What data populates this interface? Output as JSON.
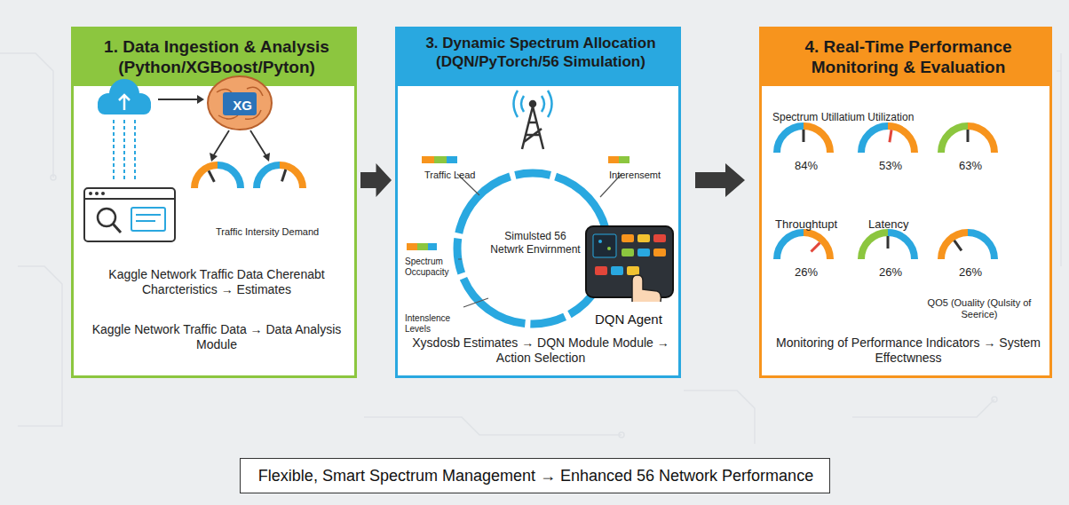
{
  "diagram": {
    "nodes": [
      {
        "text": [
          "1. Data Ingestion & Analysis (Python/XGBoost/Pyton)",
          "XG",
          "Traffic Intersity Demand",
          "Kaggle Network Traffic Data Cherenabt Charcteristics → Estimates",
          "Kaggle Network Traffic Data → Data Analysis Module"
        ]
      },
      {
        "text": [
          "3. Dynamic Spectrum Allocation (DQN/PyTorch/56 Simulation)",
          "Traffic Lead",
          "Interensemt",
          "Simulsted 56 Netwrk Envirnment",
          "Spectrum Occupacity",
          "Intenslence Levels",
          "DQN Agent",
          "Xysdosb Estimates → DQN Module Module → Action Selection"
        ]
      },
      {
        "text": [
          "4. Real-Time Performance Monitoring & Evaluation",
          "Spectrum Utillatium Utilization",
          "84%",
          "53%",
          "63%",
          "Throughtupt",
          "Latency",
          "26%",
          "26%",
          "26%",
          "QO5 (Ouality (Qulsity of Seerice)",
          "Monitoring of Performance Indicators → System Effectwness"
        ]
      },
      {
        "text": [
          "Flexible, Smart Spectrum Management → Enhanced 56 Network Performance"
        ]
      }
    ],
    "edges": [
      {
        "from": 0,
        "to": 1,
        "arrow": "to"
      },
      {
        "from": 1,
        "to": 2,
        "arrow": "to"
      }
    ]
  }
}
